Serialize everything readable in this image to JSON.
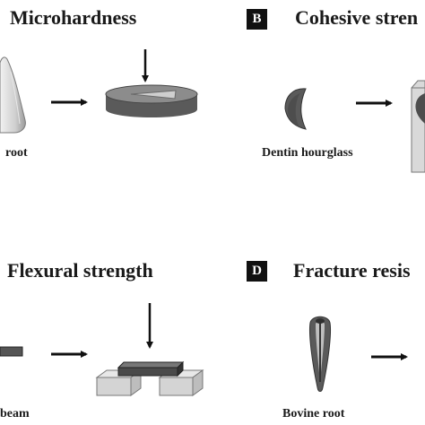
{
  "panels": {
    "a": {
      "title": "Microhardness",
      "caption": "root"
    },
    "b": {
      "letter": "B",
      "title": "Cohesive stren",
      "caption": "Dentin hourglass"
    },
    "c": {
      "title": "Flexural strength",
      "caption": "beam"
    },
    "d": {
      "letter": "D",
      "title": "Fracture resis",
      "caption": "Bovine root"
    }
  },
  "colors": {
    "dark_gray": "#555555",
    "mid_gray": "#8a8a8a",
    "light_gray": "#d9d9d9",
    "line_black": "#111111"
  },
  "icons": [
    "tooth-root-icon",
    "root-disc-icon",
    "hourglass-specimen-icon",
    "specimen-holder-icon",
    "beam-icon",
    "three-point-bend-icon",
    "bovine-root-icon",
    "load-arrow-icon",
    "process-arrow-icon"
  ]
}
